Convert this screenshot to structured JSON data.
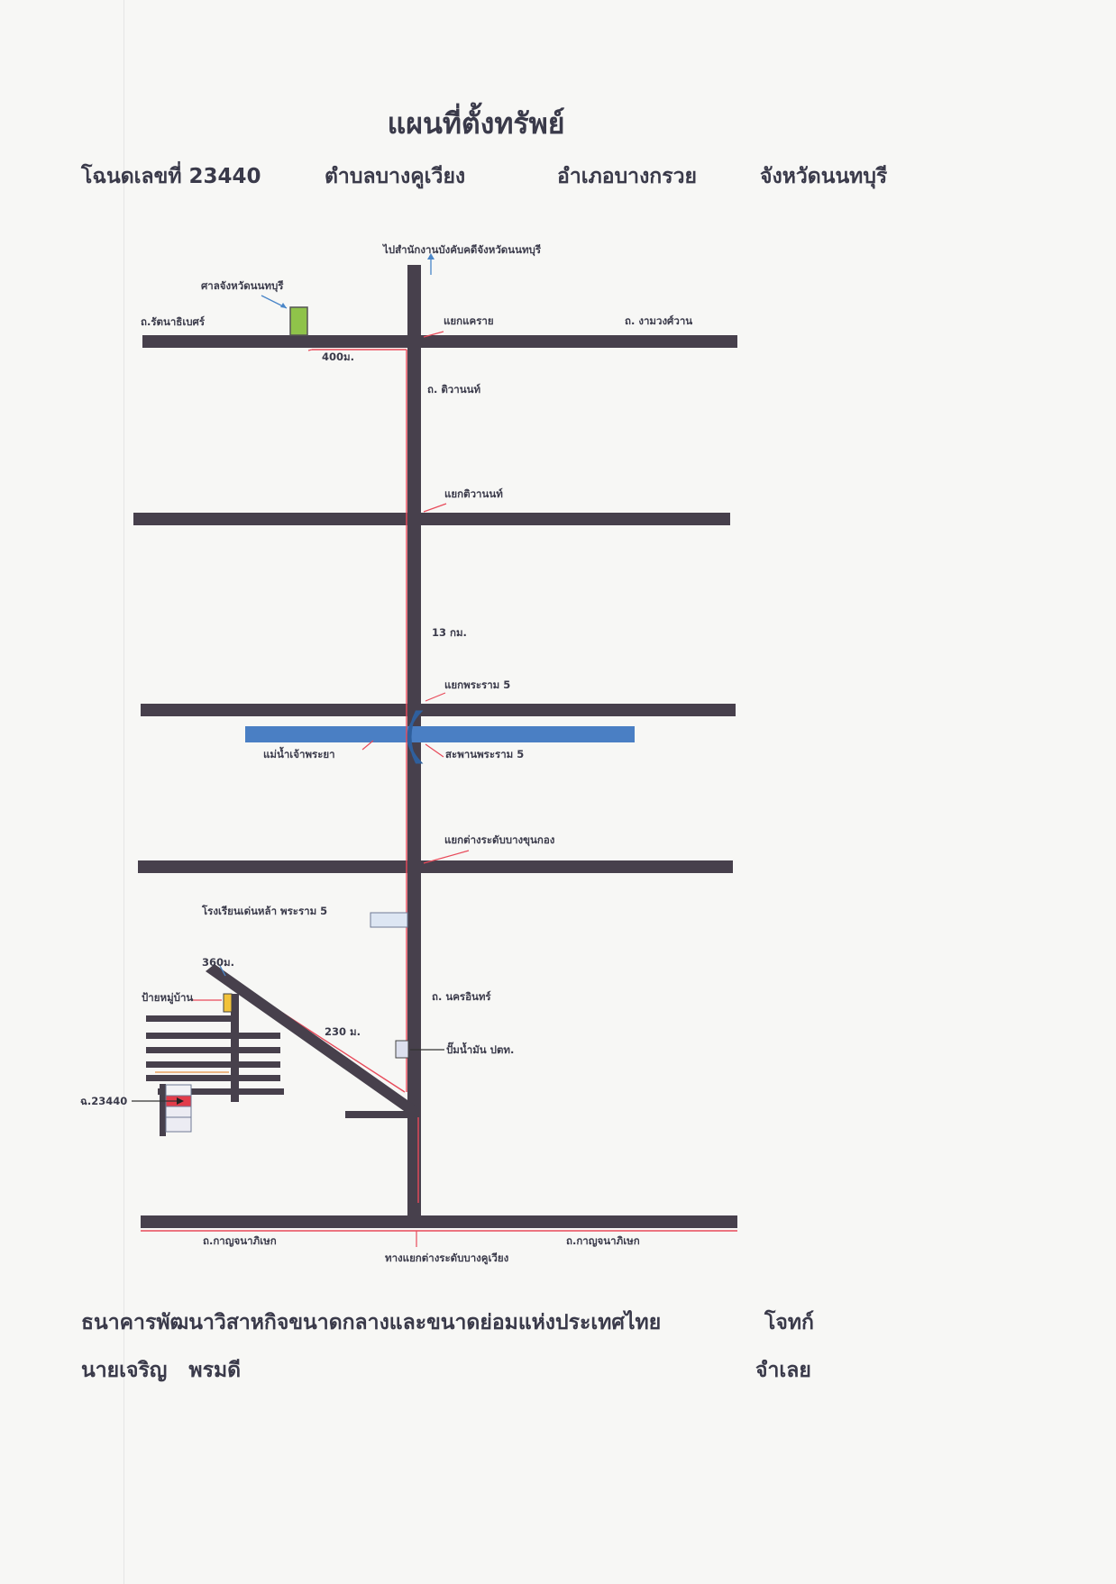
{
  "title": "แผนที่ตั้งทรัพย์",
  "header": {
    "deed": "โฉนดเลขที่ 23440",
    "subdistrict": "ตำบลบางคูเวียง",
    "district": "อำเภอบางกรวย",
    "province": "จังหวัดนนทบุรี"
  },
  "map_labels": {
    "to_office": "ไปสำนักงานบังคับคดีจังหวัดนนทบุรี",
    "court": "ศาลจังหวัดนนทบุรี",
    "rattanathibet": "ถ.รัตนาธิเบศร์",
    "khae_rai": "แยกแคราย",
    "ngamwongwan": "ถ. งามวงศ์วาน",
    "dist_400": "400ม.",
    "tiwanon_rd": "ถ. ติวานนท์",
    "tiwanon_junction": "แยกติวานนท์",
    "dist_13km": "13 กม.",
    "rama5_junction": "แยกพระราม 5",
    "chao_phraya": "แม่น้ำเจ้าพระยา",
    "rama5_bridge": "สะพานพระราม 5",
    "bangkhunkong": "แยกต่างระดับบางขุนกอง",
    "school": "โรงเรียนเด่นหล้า พระราม 5",
    "dist_360": "360ม.",
    "village_sign": "ป้ายหมู่บ้าน",
    "nakhon_in": "ถ. นครอินทร์",
    "dist_230": "230 ม.",
    "gas_station": "ปั๊มน้ำมัน ปตท.",
    "deed_mark": "ฉ.23440",
    "kanchana_left": "ถ.กาญจนาภิเษก",
    "kanchana_right": "ถ.กาญจนาภิเษก",
    "bangkhuwiang": "ทางแยกต่างระดับบางคูเวียง"
  },
  "footer": {
    "plaintiff_name": "ธนาคารพัฒนาวิสาหกิจขนาดกลางและขนาดย่อมแห่งประเทศไทย",
    "plaintiff_role": "โจทก์",
    "defendant_name": "นายเจริญ   พรมดี",
    "defendant_role": "จำเลย"
  },
  "colors": {
    "road": "#47404c",
    "river": "#4a7fc4",
    "route": "#e84a5a",
    "court_building": "#8fc34a",
    "sign": "#f2c23a",
    "plot": "#e23c4a"
  }
}
